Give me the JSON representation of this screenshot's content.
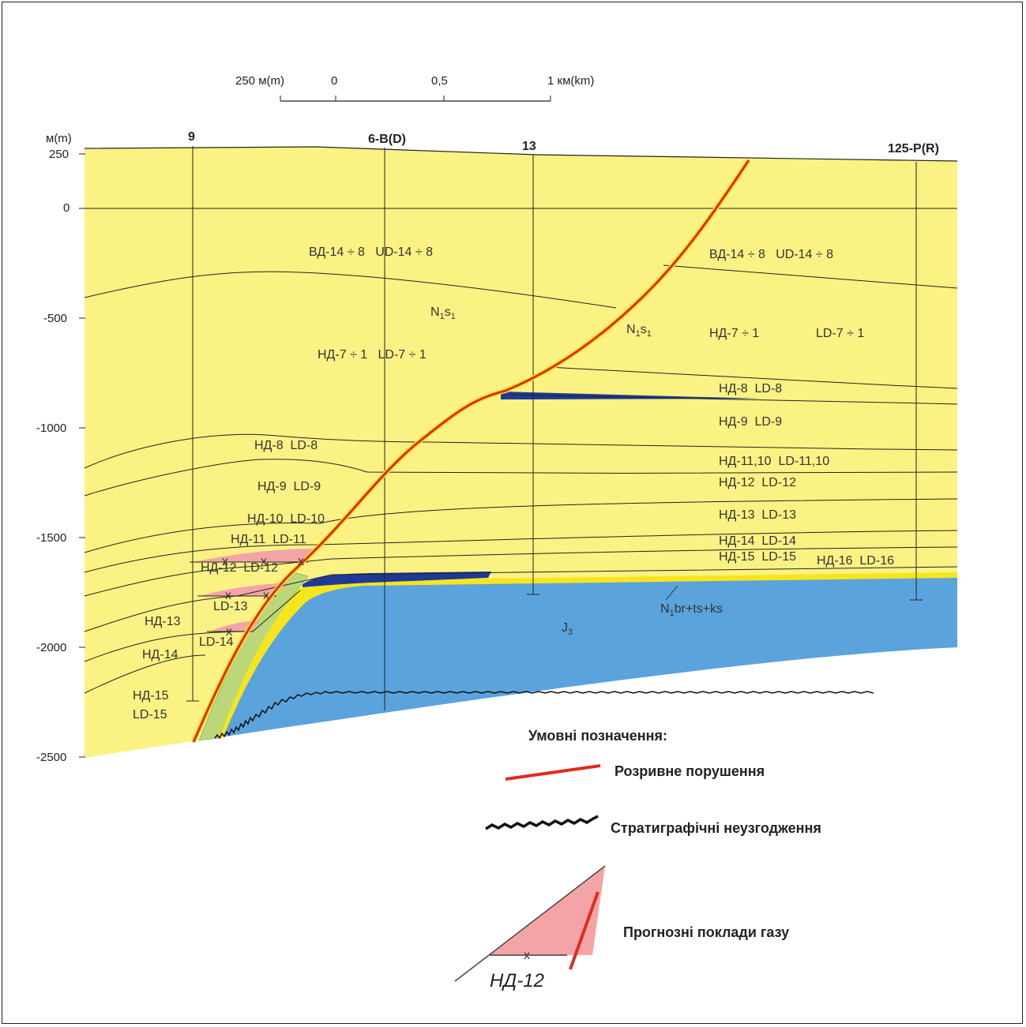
{
  "scale_bar": {
    "labels": [
      "250 м(m)",
      "0",
      "0,5",
      "1 км(km)"
    ]
  },
  "depth_axis": {
    "unit": "м(m)",
    "ticks": [
      "250",
      "0",
      "-500",
      "-1000",
      "-1500",
      "-2000",
      "-2500"
    ]
  },
  "wells": [
    "9",
    "6-В(D)",
    "13",
    "125-Р(R)"
  ],
  "unit_labels": {
    "vd_left": "ВД-14 ÷ 8   UD-14 ÷ 8",
    "vd_right": "ВД-14 ÷ 8   UD-14 ÷ 8",
    "n1s1_left": "N",
    "n1s1_left_sub1": "1",
    "n1s1_left_s": "s",
    "n1s1_left_sub2": "1",
    "nd7_left": "НД-7 ÷ 1   LD-7 ÷ 1",
    "nd7_right_a": "НД-7 ÷ 1",
    "nd7_right_b": "LD-7 ÷ 1",
    "nd8_right": "НД-8  LD-8",
    "nd9_right": "НД-9  LD-9",
    "nd8_left": "НД-8  LD-8",
    "nd9_left": "НД-9  LD-9",
    "nd1110_right": "НД-11,10  LD-11,10",
    "nd12_right": "НД-12  LD-12",
    "nd10_left": "НД-10  LD-10",
    "nd13_right": "НД-13  LD-13",
    "nd11_left": "НД-11  LD-11",
    "nd14_right": "НД-14  LD-14",
    "nd15_right": "НД-15  LD-15",
    "nd16_right": "НД-16  LD-16",
    "nd12_left": "НД-12  LD-12",
    "ld13_left": "LD-13",
    "nd13_left": "НД-13",
    "ld14_left": "LD-14",
    "nd14_left": "НД-14",
    "nd15_left": "НД-15",
    "ld15_left": "LD-15",
    "n1br": "N",
    "n1br_sub": "1",
    "n1br_rest": "br+ts+ks",
    "j3": "J",
    "j3_sub": "3",
    "x_marker": "x"
  },
  "legend": {
    "title": "Умовні позначення:",
    "fault": "Розривне порушення",
    "unconformity": "Стратиграфічні неузгодження",
    "gas": "Прогнозні поклади газу",
    "example_label": "НД-12",
    "example_marker": "x"
  },
  "colors": {
    "neogene_fill": "#fbf284",
    "jurassic_fill": "#5ba3dd",
    "gas_fill": "#f4a4a6",
    "oil_blue": "#1e3a96",
    "fault_red": "#e02b1f",
    "green_band": "#bcd77a",
    "yellow_band": "#f7e51c"
  }
}
